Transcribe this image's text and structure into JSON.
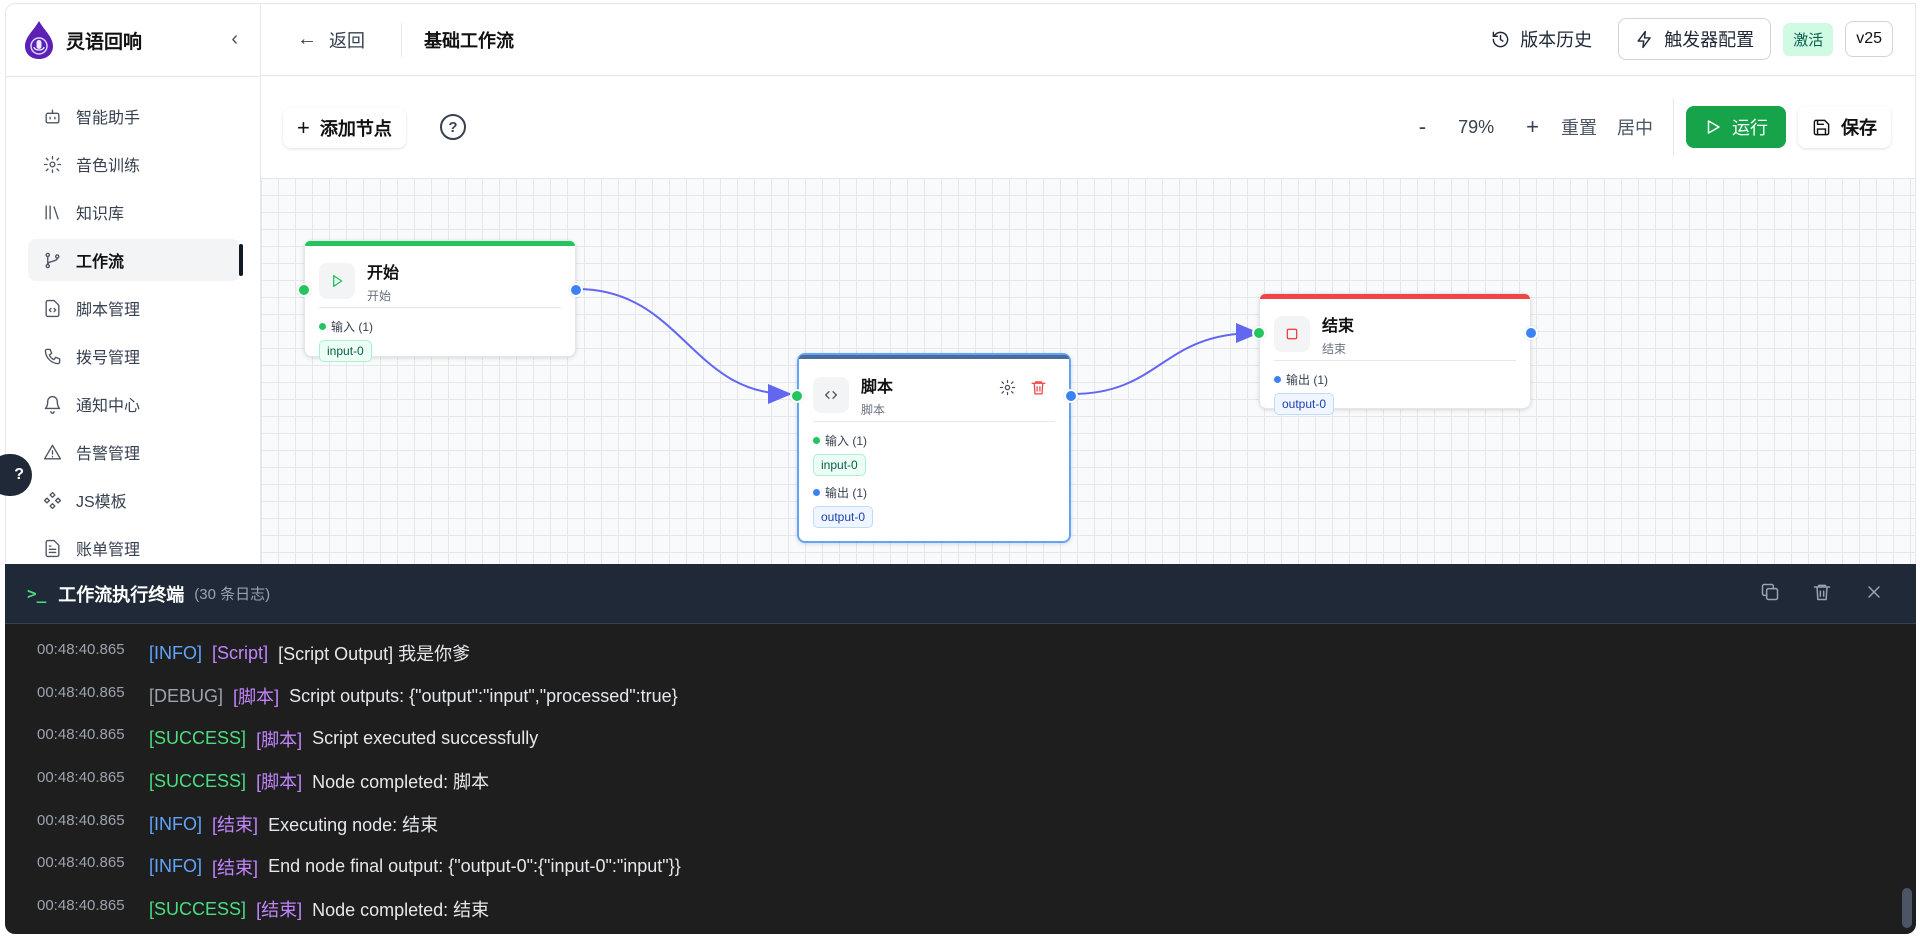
{
  "brand": {
    "name": "灵语回响"
  },
  "sidebar": {
    "items": [
      {
        "label": "智能助手",
        "icon": "bot-icon"
      },
      {
        "label": "音色训练",
        "icon": "gear-icon"
      },
      {
        "label": "知识库",
        "icon": "library-icon"
      },
      {
        "label": "工作流",
        "icon": "workflow-icon",
        "active": true
      },
      {
        "label": "脚本管理",
        "icon": "file-code-icon"
      },
      {
        "label": "拨号管理",
        "icon": "phone-icon"
      },
      {
        "label": "通知中心",
        "icon": "bell-icon"
      },
      {
        "label": "告警管理",
        "icon": "alert-icon"
      },
      {
        "label": "JS模板",
        "icon": "component-icon"
      },
      {
        "label": "账单管理",
        "icon": "file-text-icon"
      }
    ]
  },
  "header": {
    "back_label": "返回",
    "title": "基础工作流",
    "history_label": "版本历史",
    "trigger_label": "触发器配置",
    "status_badge": "激活",
    "version": "v25"
  },
  "toolbar": {
    "add_node_label": "添加节点",
    "help_glyph": "?",
    "zoom_out": "-",
    "zoom_level": "79%",
    "zoom_in": "+",
    "reset_label": "重置",
    "center_label": "居中",
    "run_label": "运行",
    "save_label": "保存"
  },
  "nodes": {
    "start": {
      "name": "开始",
      "type": "开始",
      "input_label": "输入 (1)",
      "input_chip": "input-0",
      "accent": "#22c55e"
    },
    "script": {
      "name": "脚本",
      "type": "脚本",
      "input_label": "输入 (1)",
      "input_chip": "input-0",
      "output_label": "输出 (1)",
      "output_chip": "output-0",
      "accent": "#60a5fa"
    },
    "end": {
      "name": "结束",
      "type": "结束",
      "output_label": "输出 (1)",
      "output_chip": "output-0",
      "accent": "#ef4444"
    }
  },
  "terminal": {
    "title": "工作流执行终端",
    "count": "(30 条日志)",
    "logs": [
      {
        "time": "00:48:40.865",
        "level": "INFO",
        "source": "Script",
        "message": "[Script Output] 我是你爹"
      },
      {
        "time": "00:48:40.865",
        "level": "DEBUG",
        "source": "脚本",
        "message": "Script outputs: {\"output\":\"input\",\"processed\":true}"
      },
      {
        "time": "00:48:40.865",
        "level": "SUCCESS",
        "source": "脚本",
        "message": "Script executed successfully"
      },
      {
        "time": "00:48:40.865",
        "level": "SUCCESS",
        "source": "脚本",
        "message": "Node completed: 脚本"
      },
      {
        "time": "00:48:40.865",
        "level": "INFO",
        "source": "结束",
        "message": "Executing node: 结束"
      },
      {
        "time": "00:48:40.865",
        "level": "INFO",
        "source": "结束",
        "message": "End node final output: {\"output-0\":{\"input-0\":\"input\"}}"
      },
      {
        "time": "00:48:40.865",
        "level": "SUCCESS",
        "source": "结束",
        "message": "Node completed: 结束"
      }
    ]
  },
  "colors": {
    "run": "#16a34a",
    "edge": "#6366f1",
    "terminal_bg": "#1e1e1e"
  }
}
